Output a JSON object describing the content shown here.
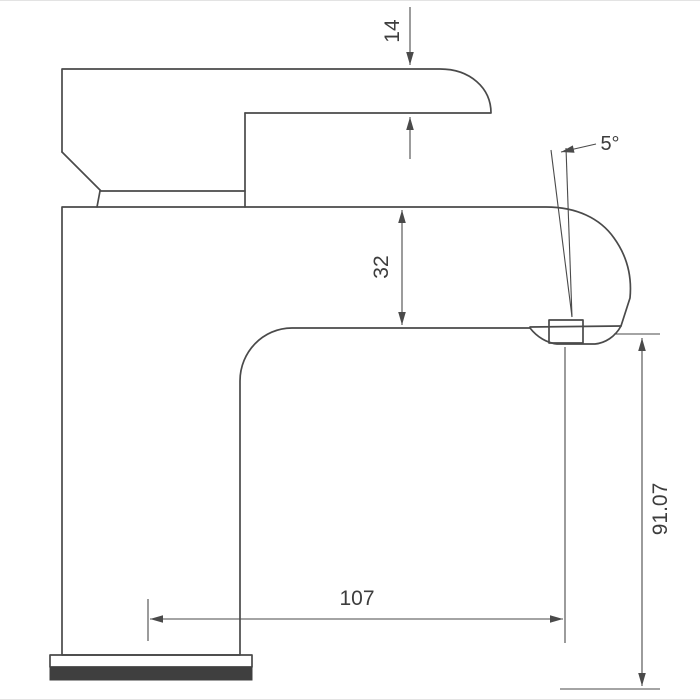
{
  "drawing": {
    "line_color": "#4a4a4a",
    "text_color": "#3d3d3d",
    "base_fill": "#3f3f3f",
    "background": "#ffffff",
    "dimensions": {
      "handle_thickness": "14",
      "spout_angle": "5°",
      "spout_drop": "32",
      "height_to_aerator": "91.07",
      "reach": "107"
    }
  }
}
